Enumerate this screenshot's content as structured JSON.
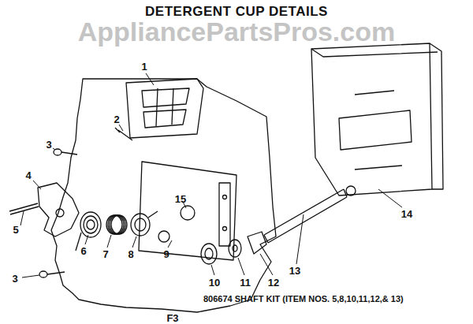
{
  "diagram": {
    "title": "DETERGENT CUP DETAILS",
    "labels": [
      "AppliancePartsPros.com",
      "1",
      "2",
      "3",
      "4",
      "5",
      "6",
      "7",
      "8",
      "9",
      "10",
      "11",
      "12",
      "13",
      "14",
      "15",
      "3",
      "806674 SHAFT KIT (ITEM NOS. 5,8,10,11,12,& 13)",
      "F3"
    ]
  }
}
